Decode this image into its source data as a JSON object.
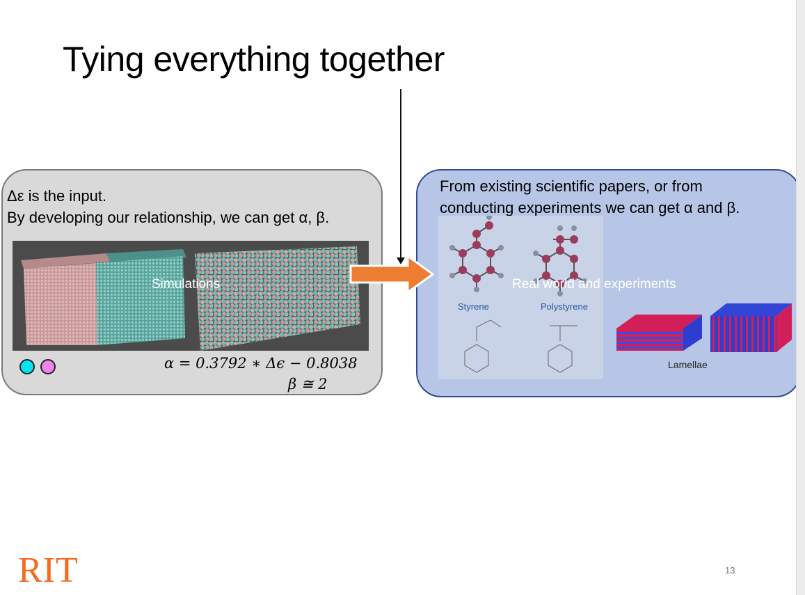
{
  "slide": {
    "title": "Tying everything together",
    "left_box": {
      "line1": "Δε is the input.",
      "line2": "By developing our relationship, we can get α, β.",
      "image_label": "Simulations",
      "equation_alpha": "α =  0.3792 ∗ Δϵ  − 0.8038",
      "equation_beta": "β ≅ 2"
    },
    "right_box": {
      "line1": "From existing scientific papers, or from",
      "line2": "conducting experiments we can get α and β.",
      "image_label": "Real world and experiments",
      "styrene_label": "Styrene",
      "polystyrene_label": "Polystyrene",
      "lamellae_label": "Lamellae"
    },
    "logo_text": "RIT",
    "page_number": "13",
    "colors": {
      "left_box_fill": "#d9d9d9",
      "right_box_fill": "#b7c6e6",
      "right_box_border": "#2f4d8f",
      "arrow": "#ed7d31",
      "logo": "#f46a1f",
      "species_a": "#00e5ee",
      "species_b": "#ee82ee"
    }
  }
}
